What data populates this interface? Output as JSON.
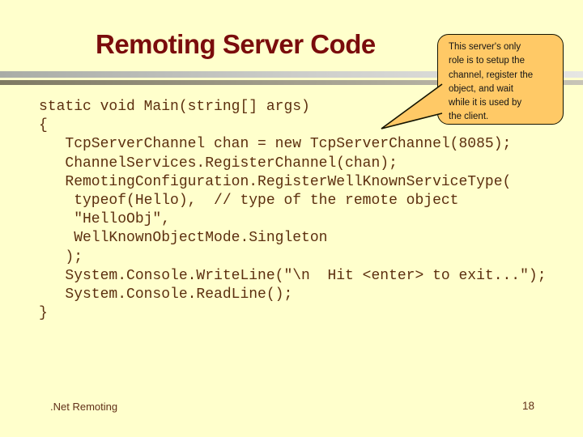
{
  "slide": {
    "title": "Remoting Server Code",
    "footer_left": ".Net Remoting",
    "page_number": "18"
  },
  "callout": {
    "text": "This server's only\nrole is to setup the\nchannel, register the\nobject, and wait\nwhile it is used by\nthe client.",
    "fill_color": "#ffc966",
    "border_color": "#141400"
  },
  "code": {
    "language": "csharp",
    "text": "static void Main(string[] args)\n{\n   TcpServerChannel chan = new TcpServerChannel(8085);\n   ChannelServices.RegisterChannel(chan);\n   RemotingConfiguration.RegisterWellKnownServiceType(\n    typeof(Hello),  // type of the remote object\n    \"HelloObj\",\n    WellKnownObjectMode.Singleton\n   );\n   System.Console.WriteLine(\"\\n  Hit <enter> to exit...\");\n   System.Console.ReadLine();\n}"
  },
  "colors": {
    "background": "#ffffcc",
    "title_text": "#7a0c0c",
    "code_text": "#5c2f0f",
    "footer_text": "#613018",
    "stripe_top_left": "#a9aca6",
    "stripe_top_right": "#e6e6e3",
    "stripe_bottom_left": "#7e7962",
    "stripe_bottom_right": "#c8c5b8"
  }
}
